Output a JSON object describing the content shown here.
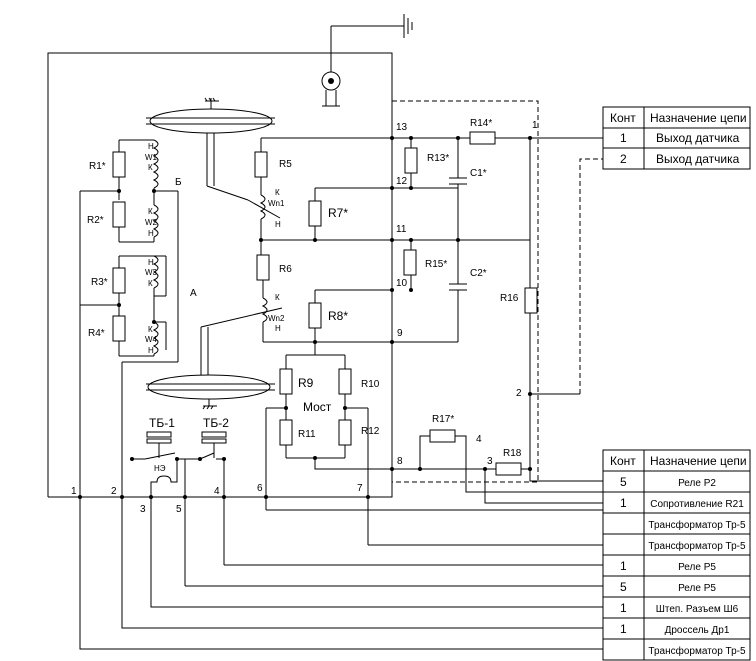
{
  "components": {
    "R1": "R1*",
    "R2": "R2*",
    "R3": "R3*",
    "R4": "R4*",
    "R5": "R5",
    "R6": "R6",
    "R7": "R7*",
    "R8": "R8*",
    "R9": "R9",
    "R10": "R10",
    "R11": "R11",
    "R12": "R12",
    "R13": "R13*",
    "R14": "R14*",
    "R15": "R15*",
    "R16": "R16",
    "R17": "R17*",
    "R18": "R18",
    "C1": "C1*",
    "C2": "C2*",
    "bridge": "Мост",
    "tb1": "ТБ-1",
    "tb2": "ТБ-2",
    "ne": "НЭ",
    "label_b": "Б",
    "label_a": "А"
  },
  "windings": {
    "w1": [
      "Н",
      "W1",
      "К"
    ],
    "w2": [
      "К",
      "W2",
      "Н"
    ],
    "w3": [
      "Н",
      "W3",
      "К"
    ],
    "w4": [
      "К",
      "W4",
      "Н"
    ],
    "wn1": [
      "К",
      "Wn1",
      "Н"
    ],
    "wn2": [
      "К",
      "Wn2",
      "Н"
    ]
  },
  "nodes": {
    "n1": "1",
    "n2": "2",
    "n3": "3",
    "n4": "4",
    "n5": "5",
    "n6": "6",
    "n7": "7",
    "n8": "8",
    "n9": "9",
    "n10": "10",
    "n11": "11",
    "n12": "12",
    "n13": "13",
    "r_out1": "1",
    "r_out2": "2",
    "r_3": "3",
    "r_4": "4"
  },
  "table_top": {
    "headers": [
      "Конт",
      "Назначение цепи"
    ],
    "rows": [
      [
        "1",
        "Выход датчика"
      ],
      [
        "2",
        "Выход датчика"
      ]
    ]
  },
  "table_bottom": {
    "headers": [
      "Конт",
      "Назначение цепи"
    ],
    "rows": [
      [
        "5",
        "Реле Р2"
      ],
      [
        "1",
        "Сопротивление R21"
      ],
      [
        "",
        "Трансформатор Тр-5"
      ],
      [
        "",
        "Трансформатор Тр-5"
      ],
      [
        "1",
        "Реле Р5"
      ],
      [
        "5",
        "Реле Р5"
      ],
      [
        "1",
        "Штеп. Разъем Ш6"
      ],
      [
        "1",
        "Дроссель Др1"
      ],
      [
        "",
        "Трансформатор Тр-5"
      ]
    ]
  }
}
